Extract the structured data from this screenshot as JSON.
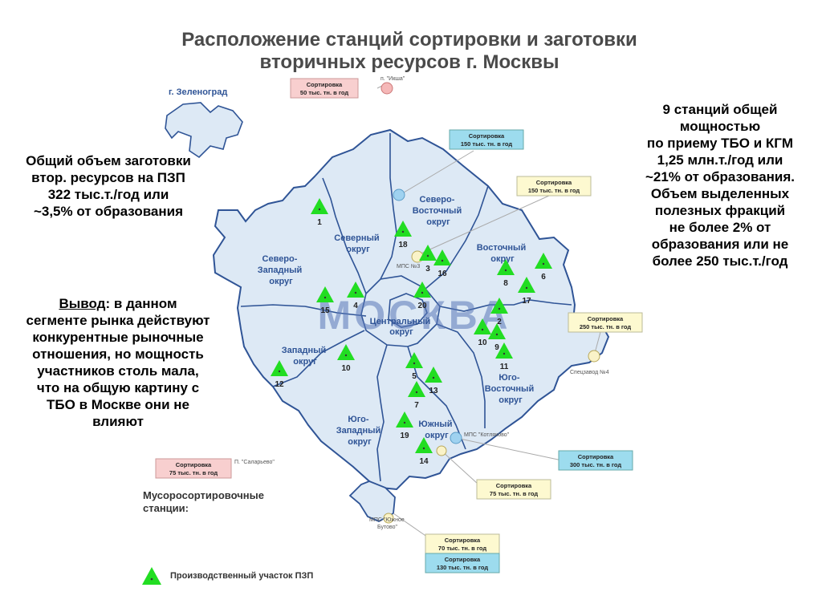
{
  "title": {
    "line1": "Расположение станций сортировки и заготовки",
    "line2": "вторичных ресурсов г. Москвы"
  },
  "left_text": {
    "lines": [
      "Общий объем заготовки",
      "втор. ресурсов на ПЗП",
      "322 тыс.т./год или",
      "~3,5% от образования"
    ]
  },
  "conclusion": {
    "heading": "Вывод",
    "rest_first": ": в данном",
    "lines": [
      "сегменте рынка действуют",
      "конкурентные рыночные",
      "отношения, но мощность",
      "участников столь мала,",
      "что на общую картину с",
      "ТБО в Москве они не",
      "влияют"
    ]
  },
  "right_text": {
    "lines": [
      "9 станций общей",
      "мощностью",
      "по приему ТБО и КГМ",
      "1,25 млн.т./год или",
      "~21% от образования.",
      "Объем выделенных",
      "полезных фракций",
      "не более 2% от",
      "образования или не",
      "более 250 тыс.т./год"
    ]
  },
  "map": {
    "watermark": "МОСКВА",
    "zelenograd": "г. Зеленоград",
    "districts": {
      "sz": [
        "Северо-",
        "Западный",
        "округ"
      ],
      "sev": [
        "Северный",
        "округ"
      ],
      "sv": [
        "Северо-",
        "Восточный",
        "округ"
      ],
      "vost": [
        "Восточный",
        "округ"
      ],
      "centr": [
        "Центральный",
        "округ"
      ],
      "zap": [
        "Западный",
        "округ"
      ],
      "yuz": [
        "Юго-",
        "Западный",
        "округ"
      ],
      "yuzh": [
        "Южный",
        "округ"
      ],
      "yuv": [
        "Юго-",
        "Восточный",
        "округ"
      ]
    },
    "site_numbers": [
      "1",
      "18",
      "3",
      "16",
      "8",
      "6",
      "17",
      "20",
      "15",
      "4",
      "2",
      "10",
      "9",
      "11",
      "10",
      "12",
      "5",
      "13",
      "7",
      "19",
      "14"
    ],
    "station_labels": {
      "iksha": "п. \"Икша\"",
      "mps3": "МПС №3",
      "spets4": "Спецзавод №4",
      "kotlyakovo": "МПС \"Котляково\"",
      "salaryevo": "П. \"Саларьево\"",
      "butovo_1": "МПС \"Южное",
      "butovo_2": "Бутово\""
    },
    "boxes": {
      "iksha": [
        "Сортировка",
        "50 тыс. тн. в год"
      ],
      "sv_blue": [
        "Сортировка",
        "150 тыс. тн. в год"
      ],
      "sv_yellow": [
        "Сортировка",
        "150 тыс. тн. в год"
      ],
      "spets4": [
        "Сортировка",
        "250 тыс. тн. в год"
      ],
      "kotlyakovo": [
        "Сортировка",
        "300 тыс. тн. в год"
      ],
      "yuzh_yellow": [
        "Сортировка",
        "75 тыс. тн. в год"
      ],
      "salaryevo": [
        "Сортировка",
        "75 тыс. тн. в год"
      ],
      "butovo_yellow": [
        "Сортировка",
        "70 тыс. тн. в год"
      ],
      "butovo_blue": [
        "Сортировка",
        "130 тыс. тн. в год"
      ]
    }
  },
  "legend": {
    "title_1": "Мусоросортировочные",
    "title_2": "станции:",
    "pzp": "Производственный участок ПЗП"
  },
  "colors": {
    "district_fill": "#dde9f5",
    "district_stroke": "#2f5496",
    "triangle": "#22dd22",
    "box_pink": "#f8cfcf",
    "box_yellow": "#fdf9d0",
    "box_blue": "#9ddcee",
    "station_pink": "#f5b8b8",
    "station_yellow": "#faf3c8",
    "station_blue": "#9fd2f0",
    "watermark": "#5a78b8"
  }
}
